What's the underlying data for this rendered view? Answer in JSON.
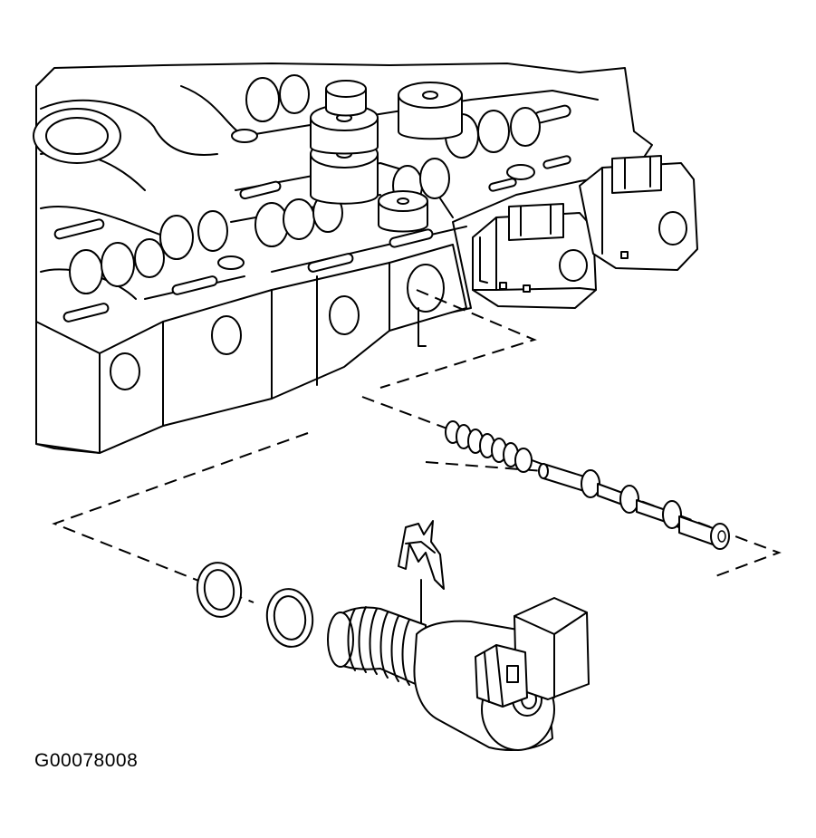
{
  "figure_id": "G00078008",
  "colors": {
    "line": "#000000",
    "background": "#ffffff"
  },
  "parts": [
    {
      "name": "valve-body",
      "icon": "valve-body-icon"
    },
    {
      "name": "installed-solenoid-left",
      "icon": "solenoid-icon"
    },
    {
      "name": "installed-solenoid-right",
      "icon": "solenoid-icon"
    },
    {
      "name": "spring",
      "icon": "spring-icon"
    },
    {
      "name": "valve-spool",
      "icon": "valve-spool-icon"
    },
    {
      "name": "retaining-clip",
      "icon": "clip-icon"
    },
    {
      "name": "o-ring-outer",
      "icon": "o-ring-icon"
    },
    {
      "name": "o-ring-inner",
      "icon": "o-ring-icon"
    },
    {
      "name": "solenoid",
      "icon": "solenoid-icon"
    }
  ]
}
